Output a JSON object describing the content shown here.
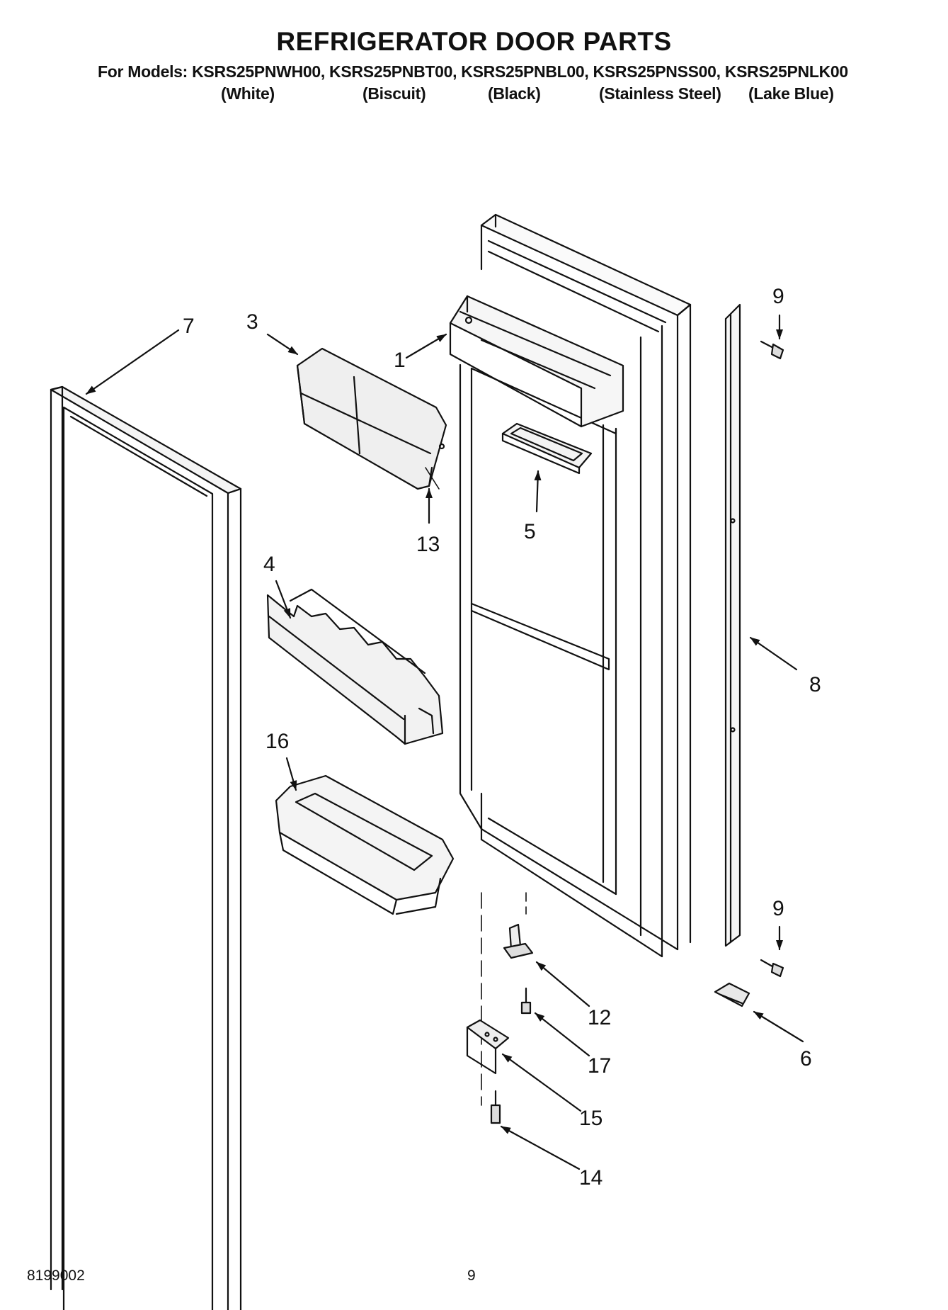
{
  "header": {
    "title": "REFRIGERATOR DOOR PARTS",
    "models_line": "For Models: KSRS25PNWH00, KSRS25PNBT00, KSRS25PNBL00, KSRS25PNSS00, KSRS25PNLK00",
    "variants": [
      "(White)",
      "(Biscuit)",
      "(Black)",
      "(Stainless Steel)",
      "(Lake Blue)"
    ]
  },
  "callouts": {
    "c1": "1",
    "c3": "3",
    "c4": "4",
    "c5": "5",
    "c6": "6",
    "c7": "7",
    "c8": "8",
    "c9_top": "9",
    "c9_bottom": "9",
    "c12": "12",
    "c13": "13",
    "c14": "14",
    "c15": "15",
    "c16": "16",
    "c17": "17"
  },
  "footer": {
    "doc_number": "8199002",
    "page_number": "9"
  }
}
